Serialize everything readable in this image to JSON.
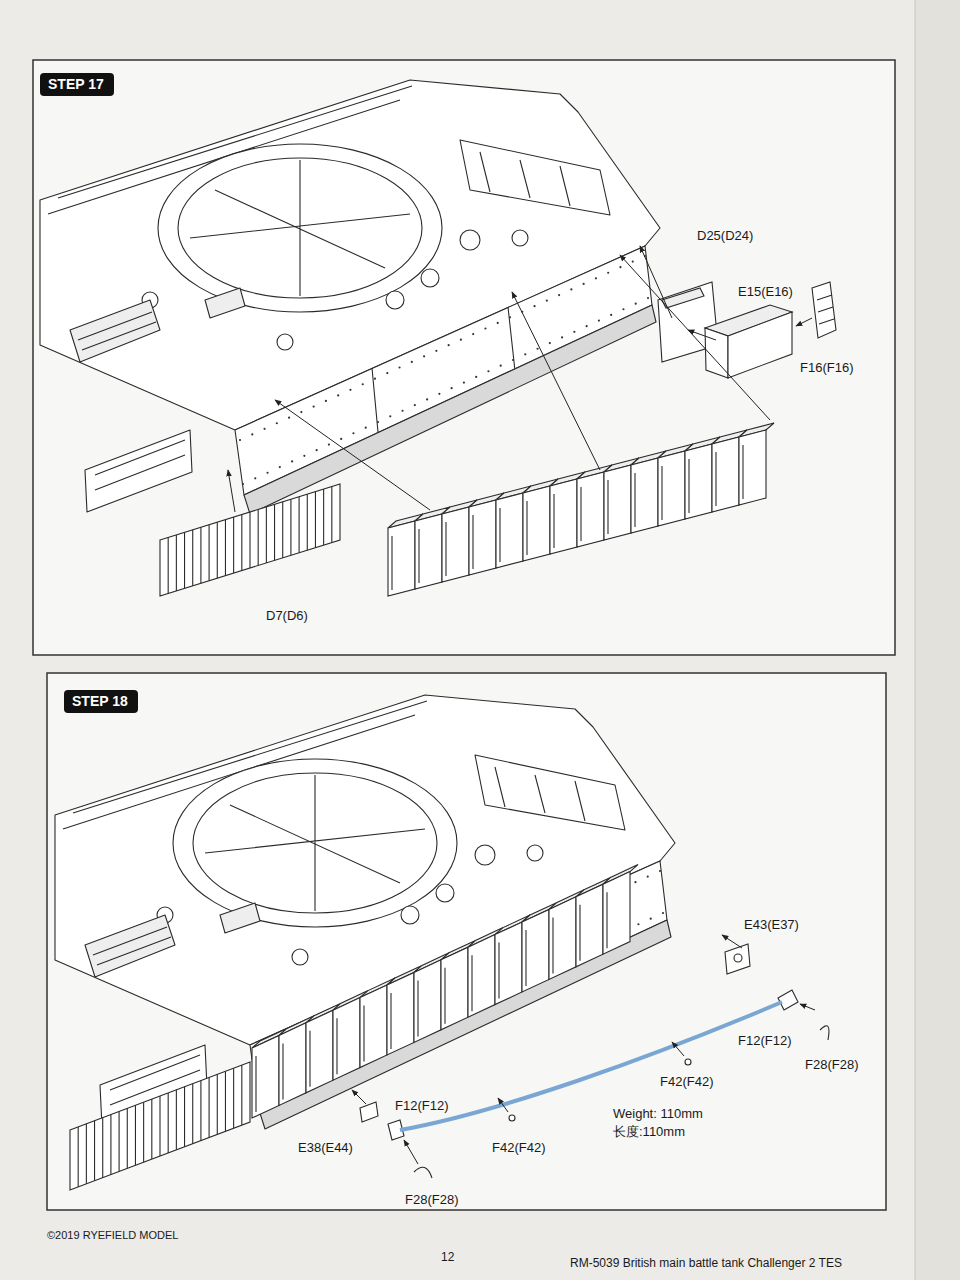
{
  "diagram": {
    "nodes": [
      {
        "text": [
          "STEP 17"
        ]
      },
      {
        "text": [
          "STEP 18"
        ]
      }
    ],
    "labels": [
      "D25(D24)",
      "E15(E16)",
      "F16(F16)",
      "D7(D6)",
      "E43(E37)",
      "F12(F12)",
      "F28(F28)",
      "F42(F42)",
      "Weight: 110mm",
      "长度:110mm",
      "F12(F12)",
      "E38(E44)",
      "F42(F42)",
      "F28(F28)",
      "©2019 RYEFIELD MODEL",
      "12",
      "RM-5039 British main battle tank Challenger 2 TES"
    ]
  }
}
